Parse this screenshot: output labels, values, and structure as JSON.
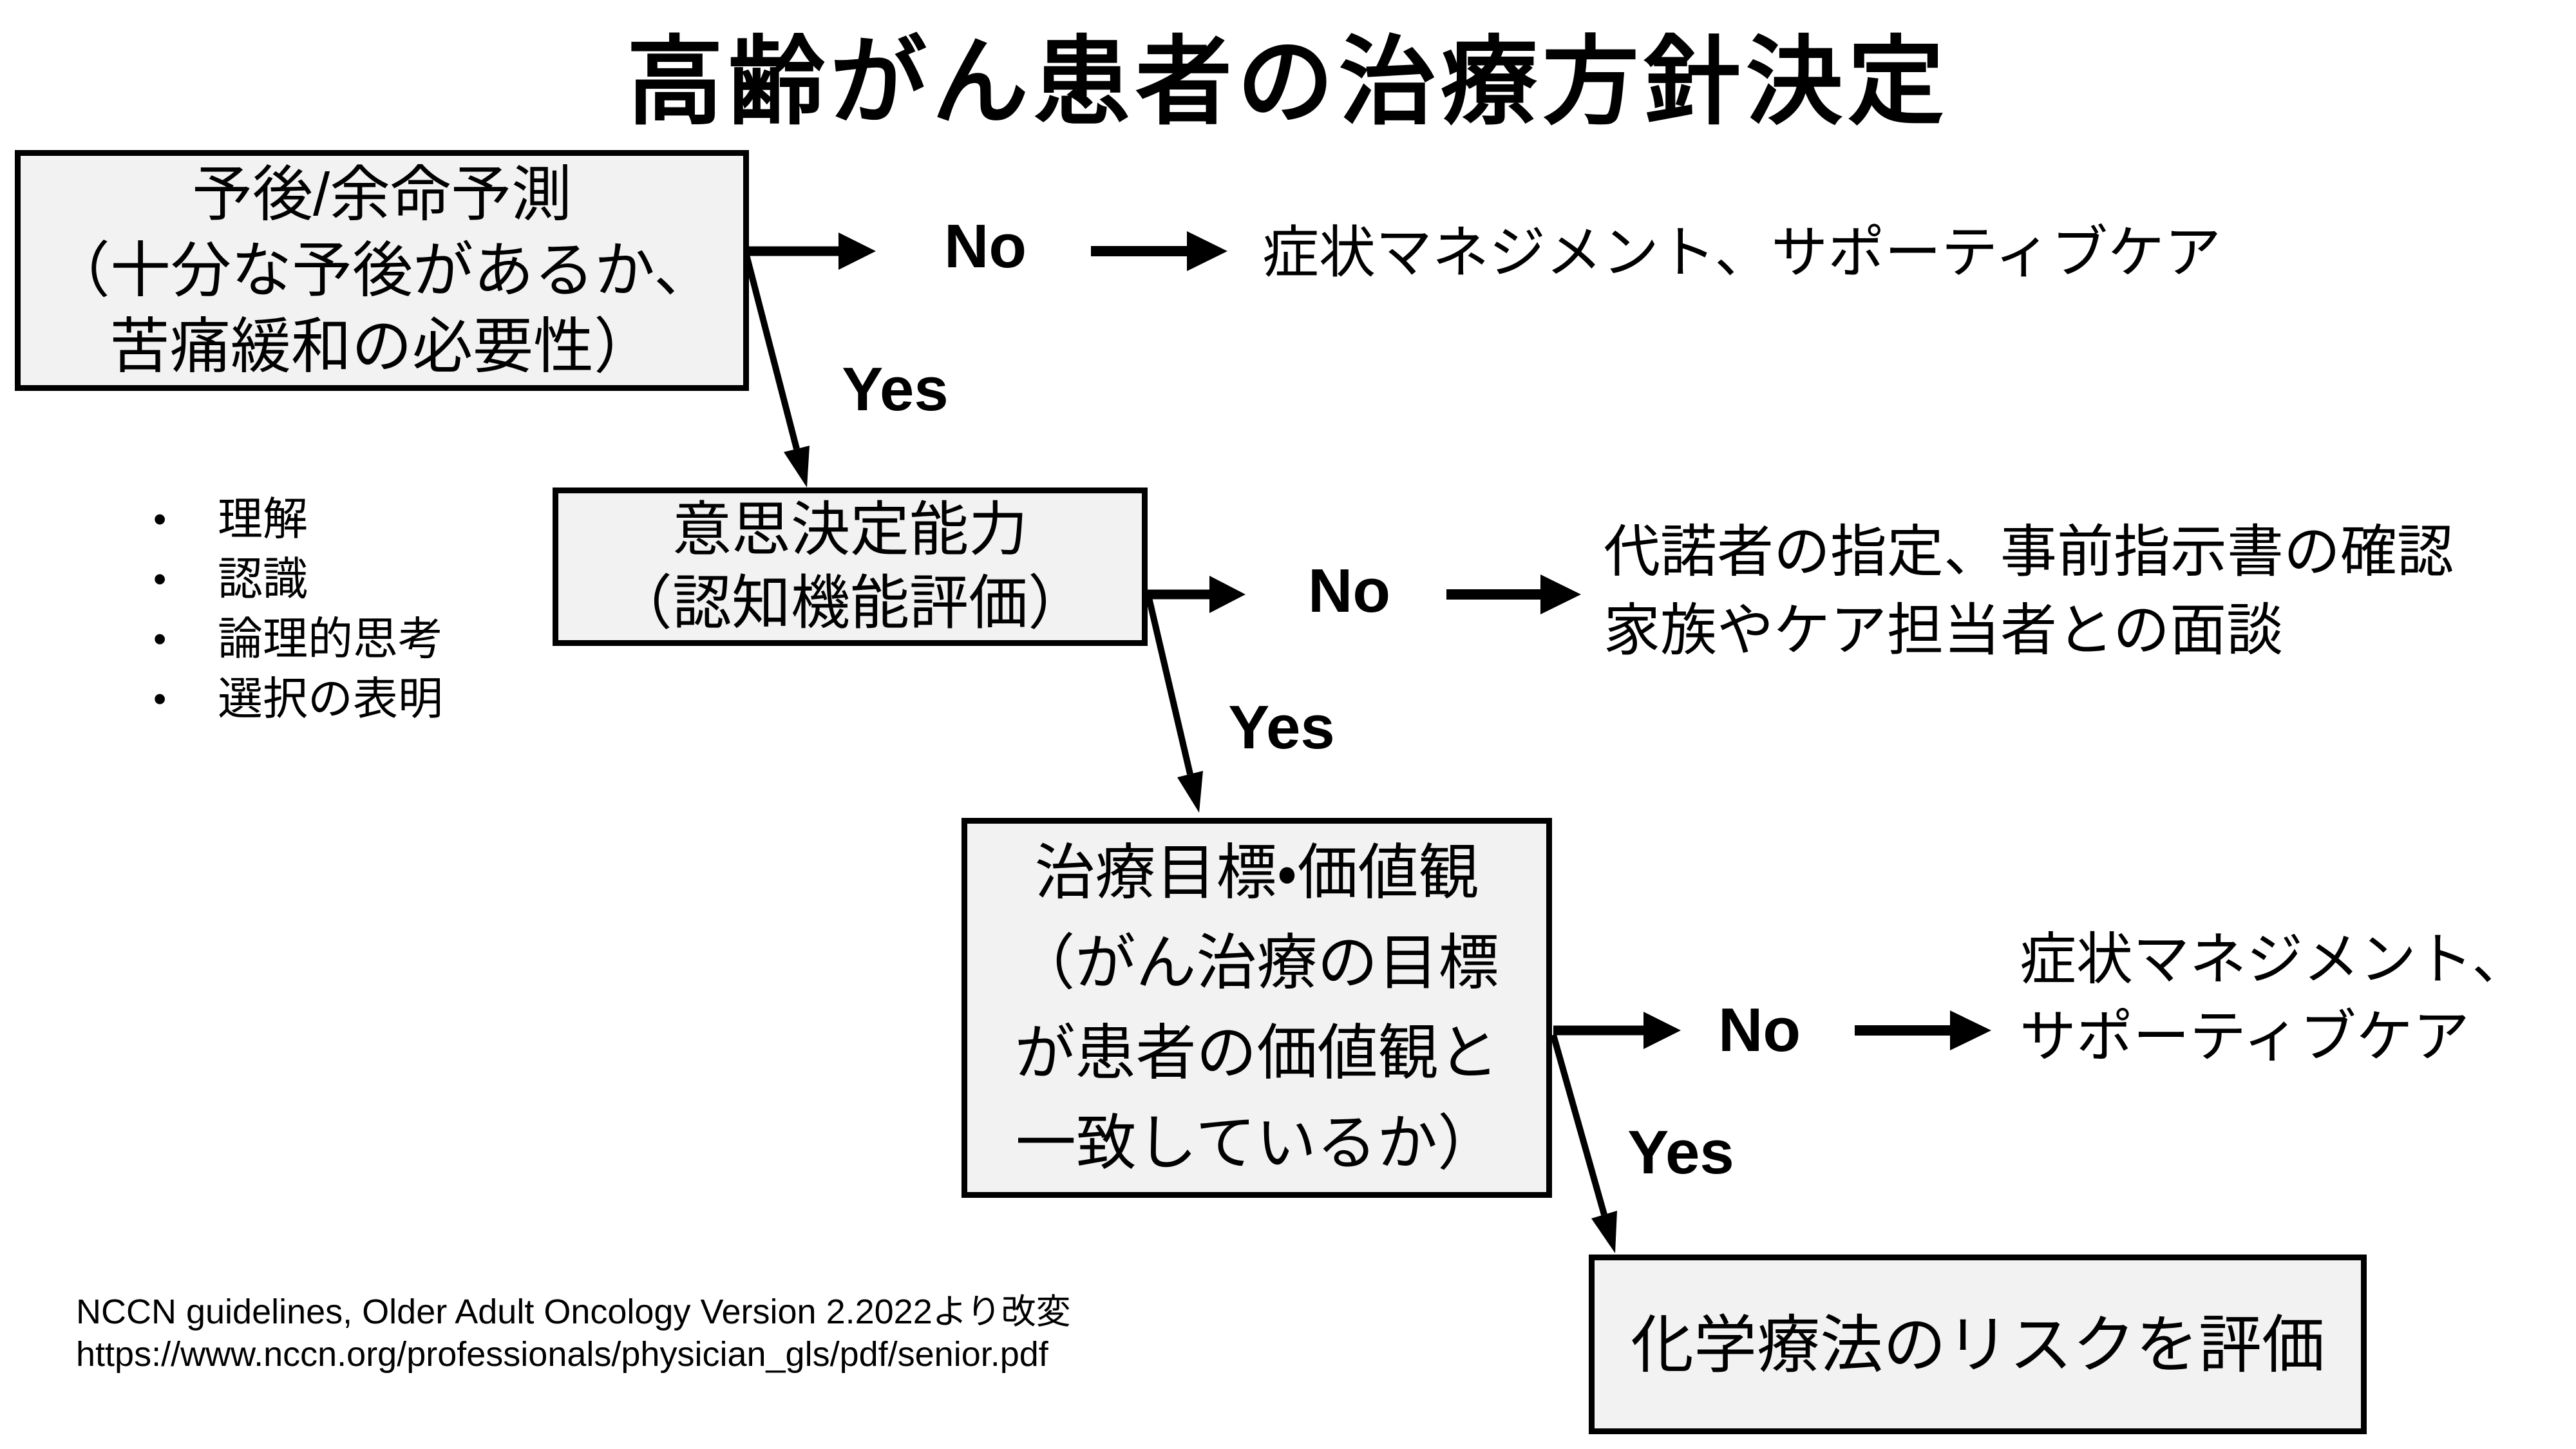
{
  "title": "高齢がん患者の治療方針決定",
  "labels": {
    "yes": "Yes",
    "no": "No"
  },
  "bullet_marker": "•",
  "criteria": [
    "理解",
    "認識",
    "論理的思考",
    "選択の表明"
  ],
  "boxes": {
    "prognosis": {
      "lines": [
        "予後/余命予測",
        "（十分な予後があるか、",
        "苦痛緩和の必要性）"
      ]
    },
    "capacity": {
      "lines": [
        "意思決定能力",
        "（認知機能評価）"
      ]
    },
    "goals": {
      "lines": [
        "治療目標・価値観",
        "（がん治療の目標",
        "が患者の価値観と",
        "一致しているか）"
      ]
    },
    "chemo": {
      "lines": [
        "化学療法のリスクを評価"
      ]
    }
  },
  "outcomes": {
    "no1": "症状マネジメント、サポーティブケア",
    "no2": {
      "lines": [
        "代諾者の指定、事前指示書の確認",
        "家族やケア担当者との面談"
      ]
    },
    "no3": {
      "lines": [
        "症状マネジメント、",
        "サポーティブケア"
      ]
    }
  },
  "citation": {
    "lines": [
      "NCCN guidelines, Older Adult Oncology Version 2.2022より改変",
      "https://www.nccn.org/professionals/physician_gls/pdf/senior.pdf"
    ]
  },
  "colors": {
    "box_fill": "#f2f2f2",
    "line": "#000000",
    "background": "#ffffff"
  }
}
